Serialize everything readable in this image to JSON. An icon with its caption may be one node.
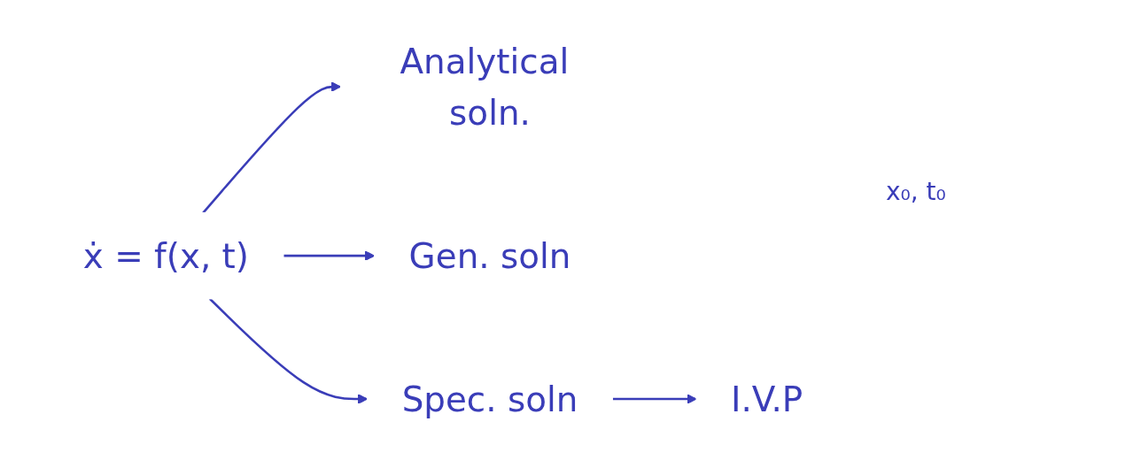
{
  "diagram": {
    "nodes": [
      {
        "text": [
          "ẋ = f(x, t)"
        ]
      },
      {
        "text": [
          "Analytical soln."
        ]
      },
      {
        "text": [
          "Gen. soln"
        ]
      },
      {
        "text": [
          "Spec. soln"
        ]
      },
      {
        "text": [
          "I.V.P"
        ]
      }
    ],
    "edges": [
      {
        "from": 0,
        "to": 1,
        "arrow": "to"
      },
      {
        "from": 0,
        "to": 2,
        "arrow": "to"
      },
      {
        "from": 0,
        "to": 3,
        "arrow": "to"
      },
      {
        "from": 3,
        "to": 4,
        "arrow": "to"
      }
    ],
    "labels": [
      "x₀, t₀"
    ]
  }
}
